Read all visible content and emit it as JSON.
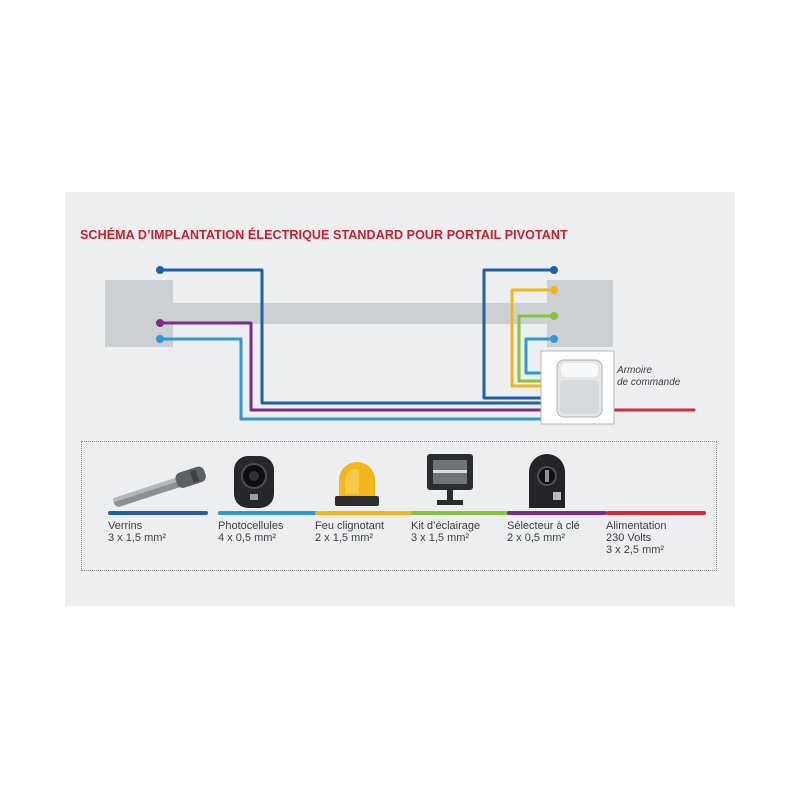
{
  "title": "SCHÉMA D’IMPLANTATION ÉLECTRIQUE STANDARD POUR PORTAIL PIVOTANT",
  "cabinet": {
    "label_line1": "Armoire",
    "label_line2": "de commande"
  },
  "colors": {
    "verrins": "#1f5fa8",
    "photocellules": "#2c9ad6",
    "feu": "#f2b51c",
    "eclairage": "#86c33f",
    "selecteur": "#7b2c86",
    "alimentation": "#d42b3a"
  },
  "legend": [
    {
      "key": "verrins",
      "icon": "actuator-icon",
      "name": "Verrins",
      "spec": "3 x 1,5 mm²"
    },
    {
      "key": "photocellules",
      "icon": "photocell-icon",
      "name": "Photocellules",
      "spec": "4 x 0,5 mm²"
    },
    {
      "key": "feu",
      "icon": "flashing-light-icon",
      "name": "Feu clignotant",
      "spec": "2 x 1,5 mm²"
    },
    {
      "key": "eclairage",
      "icon": "floodlight-icon",
      "name": "Kit d’éclairage",
      "spec": "3 x 1,5 mm²"
    },
    {
      "key": "selecteur",
      "icon": "key-selector-icon",
      "name": "Sélecteur à clé",
      "spec": "2 x 0,5 mm²"
    },
    {
      "key": "alimentation",
      "icon": "",
      "name": "Alimentation",
      "name2": "230 Volts",
      "spec": "3 x 2,5 mm²"
    }
  ]
}
